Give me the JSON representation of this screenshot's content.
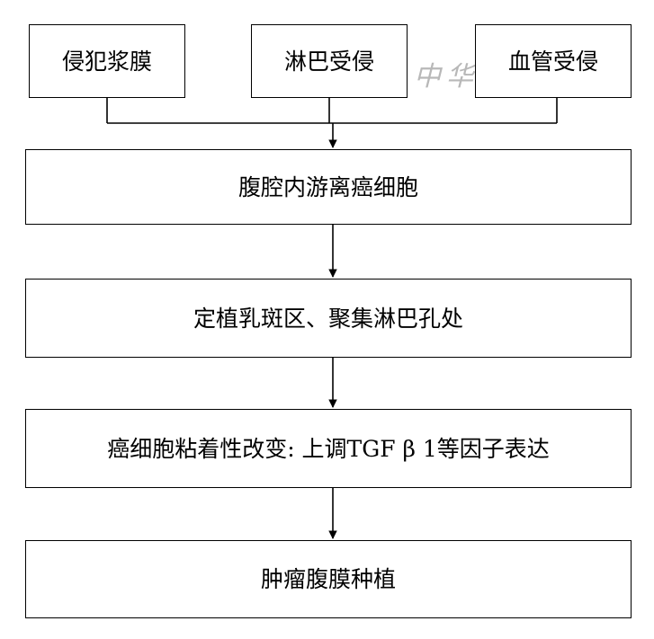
{
  "boxes": {
    "top": [
      "侵犯浆膜",
      "淋巴受侵",
      "血管受侵"
    ],
    "steps": [
      "腹腔内游离癌细胞",
      "定植乳斑区、聚集淋巴孔处",
      "癌细胞粘着性改变: 上调TGF β 1等因子表达",
      "肿瘤腹膜种植"
    ]
  },
  "watermark": "中华医学会"
}
